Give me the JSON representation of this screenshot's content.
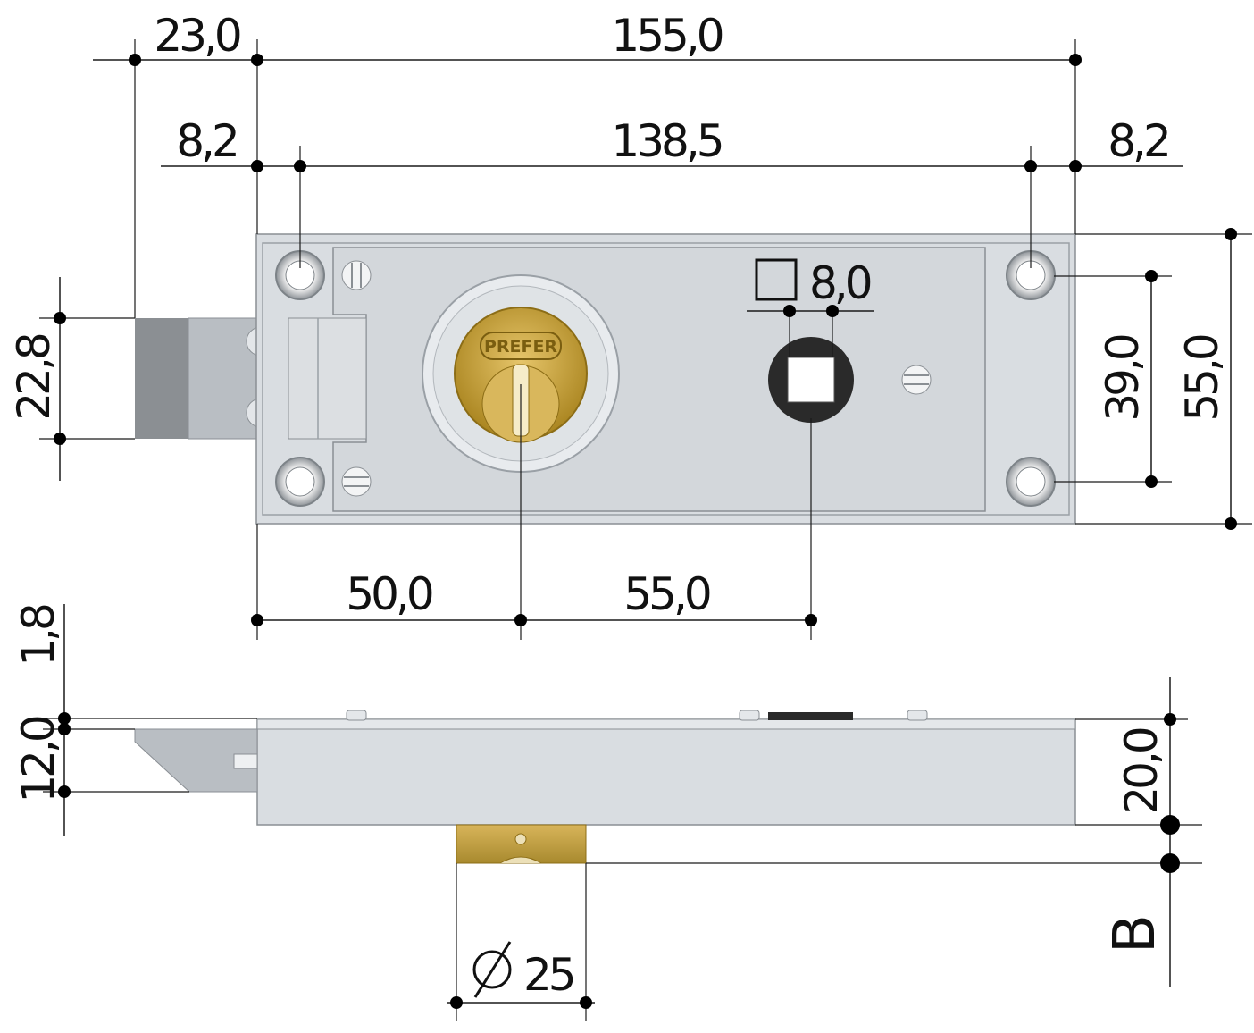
{
  "brand": {
    "cylinder_logo": "PREFER"
  },
  "dimensions": {
    "bolt_projection": "23,0",
    "overall_length": "155,0",
    "left_hole_offset": "8,2",
    "hole_spacing": "138,5",
    "right_hole_offset": "8,2",
    "bolt_height": "22,8",
    "square_follower": "8,0",
    "vertical_hole_spacing": "39,0",
    "plate_height": "55,0",
    "backset_cylinder": "50,0",
    "cylinder_to_follower": "55,0",
    "plate_thickness": "1,8",
    "bolt_depth": "12,0",
    "case_depth": "20,0",
    "cylinder_diameter": "25",
    "cylinder_length": "B"
  },
  "colors": {
    "steel": "#d9dde1",
    "brass": "#c9a23a",
    "bolt_dark": "#8b8f93",
    "lines": "#1a1a1a"
  },
  "icons": {
    "square_symbol": "square-icon",
    "diameter_symbol": "diameter-icon"
  }
}
